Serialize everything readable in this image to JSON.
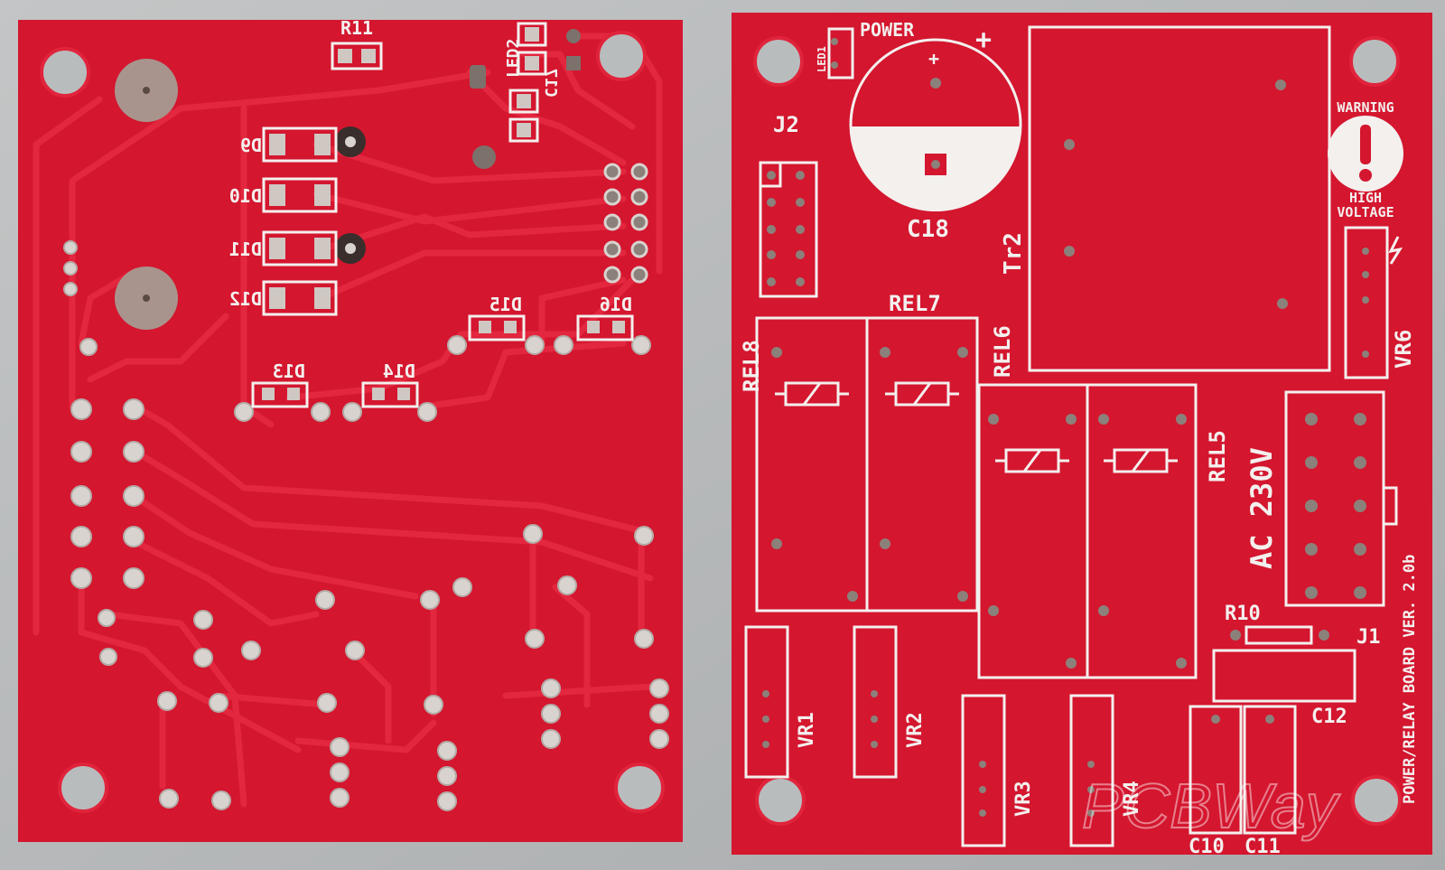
{
  "colors": {
    "background": "#b9bcbd",
    "board": "#d4162f",
    "trace": "#e0243c",
    "silkscreen": "#f3f0ee",
    "copper": "#c8c2bd"
  },
  "left_board": {
    "labels": {
      "r11": "R11",
      "led2": "LED2",
      "c17": "C17",
      "d9": "D9",
      "d10": "D10",
      "d11": "D11",
      "d12": "D12",
      "d13": "D13",
      "d14": "D14",
      "d15": "D15",
      "d16": "D16"
    }
  },
  "right_board": {
    "labels": {
      "led1": "LED1",
      "power": "POWER",
      "plus": "+",
      "plus_small": "+",
      "j2": "J2",
      "c18": "C18",
      "tr2": "Tr2",
      "warning": "WARNING",
      "high": "HIGH",
      "voltage": "VOLTAGE",
      "rel8": "REL8",
      "rel7": "REL7",
      "rel6": "REL6",
      "rel5": "REL5",
      "vr6": "VR6",
      "ac230": "AC 230V",
      "version": "POWER/RELAY BOARD VER. 2.0b",
      "r10": "R10",
      "j1": "J1",
      "c12": "C12",
      "vr1": "VR1",
      "vr2": "VR2",
      "vr3": "VR3",
      "vr4": "VR4",
      "c10": "C10",
      "c11": "C11",
      "watermark": "PCBWay"
    }
  }
}
